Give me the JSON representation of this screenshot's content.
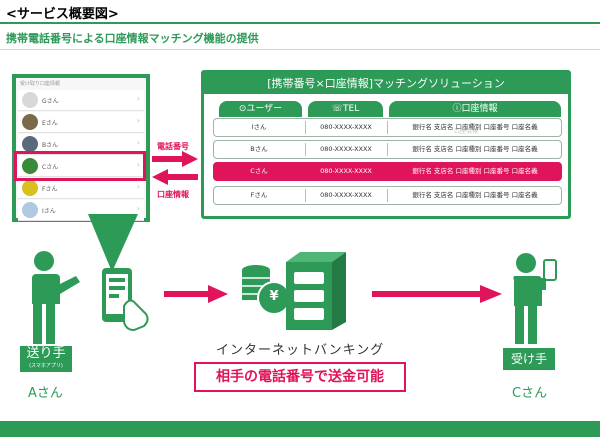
{
  "heading": "<サービス概要図>",
  "subtitle": "携帯電話番号による口座情報マッチング機能の提供",
  "phone": {
    "header": "受け取り口座情報",
    "contacts": [
      {
        "name": "Gさん",
        "color": "#d8d8d8"
      },
      {
        "name": "Eさん",
        "color": "#7a6a4a"
      },
      {
        "name": "Bさん",
        "color": "#5a6a7a"
      },
      {
        "name": "Cさん",
        "color": "#3a8a3a"
      },
      {
        "name": "Fさん",
        "color": "#d8c020"
      },
      {
        "name": "Iさん",
        "color": "#b0c8e0"
      }
    ]
  },
  "arrows": {
    "phone_number": "電話番号",
    "account_info": "口座情報"
  },
  "table": {
    "title": "[携帯番号×口座情報]マッチングソリューション",
    "col_user": "ユーザー",
    "col_tel": "TEL",
    "col_account": "口座情報",
    "rows": [
      {
        "name": "Iさん",
        "tel": "080-XXXX-XXXX",
        "account": "銀行名 支店名 口座種別 口座番号 口座名義",
        "highlight": false
      },
      {
        "name": "Bさん",
        "tel": "080-XXXX-XXXX",
        "account": "銀行名 支店名 口座種別 口座番号 口座名義",
        "highlight": false
      },
      {
        "name": "Cさん",
        "tel": "080-XXXX-XXXX",
        "account": "銀行名 支店名 口座種別 口座番号 口座名義",
        "highlight": true
      },
      {
        "name": "Fさん",
        "tel": "080-XXXX-XXXX",
        "account": "銀行名 支店名 口座種別 口座番号 口座名義",
        "highlight": false
      }
    ],
    "watermark": "口座情報"
  },
  "sender": {
    "role": "送り手",
    "sub": "(スマホアプリ)",
    "name": "Aさん"
  },
  "receiver": {
    "role": "受け手",
    "name": "Cさん"
  },
  "banking": {
    "title": "インターネットバンキング",
    "yen": "¥"
  },
  "note": "相手の電話番号で送金可能",
  "colors": {
    "green": "#2e9a58",
    "pink": "#e0145a"
  }
}
